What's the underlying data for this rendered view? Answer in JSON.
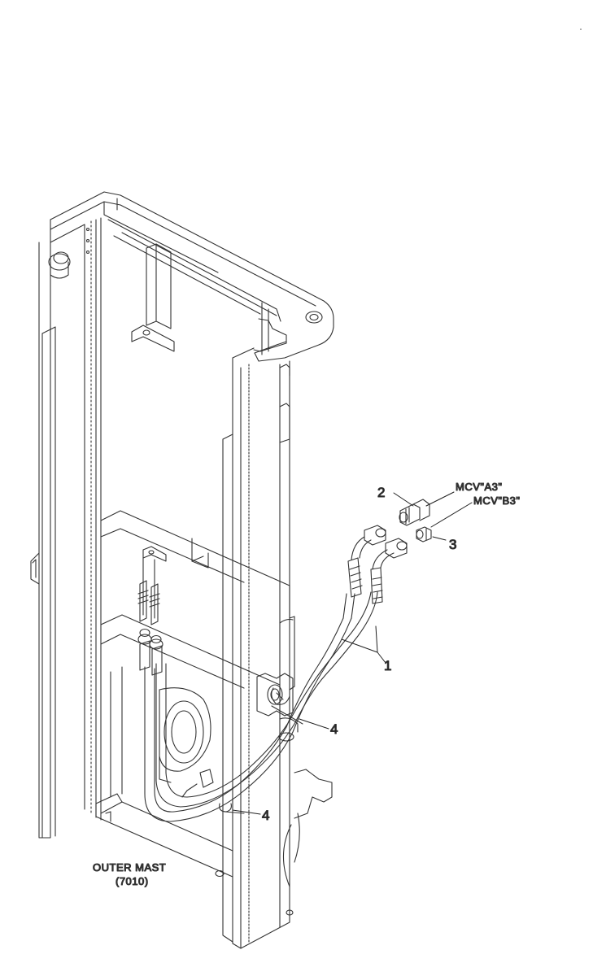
{
  "diagram": {
    "callouts": {
      "c1": "1",
      "c2": "2",
      "c3": "3",
      "c4a": "4",
      "c4b": "4"
    },
    "ports": {
      "a3": "MCV\"A3\"",
      "b3": "MCV\"B3\""
    },
    "part_label": {
      "name": "OUTER MAST",
      "number": "(7010)"
    }
  },
  "colors": {
    "line": "#222222",
    "background": "#ffffff"
  }
}
